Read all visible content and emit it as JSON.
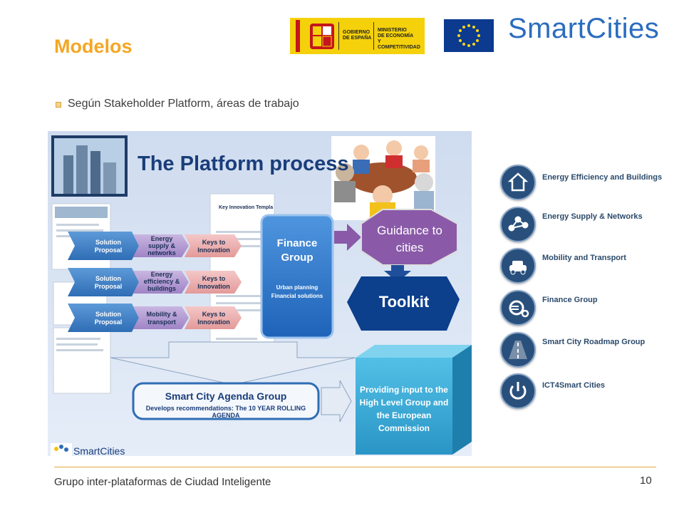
{
  "slide": {
    "title": "Modelos",
    "bullet": "Según Stakeholder Platform, áreas de trabajo",
    "footer": "Grupo inter-plataformas de Ciudad Inteligente",
    "page_number": "10"
  },
  "logos": {
    "gobierno": {
      "line1": "GOBIERNO",
      "line2": "DE ESPAÑA"
    },
    "ministerio": {
      "line1": "MINISTERIO",
      "line2": "DE ECONOMÍA",
      "line3": "Y COMPETITIVIDAD"
    },
    "brand": "SmartCities"
  },
  "figure": {
    "heading": "The Platform process",
    "rows": [
      {
        "proposal": "Solution Proposal",
        "area": "Energy supply & networks",
        "keys": "Keys to Innovation"
      },
      {
        "proposal": "Solution Proposal",
        "area": "Energy efficiency & buildings",
        "keys": "Keys to Innovation"
      },
      {
        "proposal": "Solution Proposal",
        "area": "Mobility & transport",
        "keys": "Keys to Innovation"
      }
    ],
    "doc_title": "Key Innovation Templa",
    "finance_title": "Finance Group",
    "finance_sub": "Urban planning Financial solutions",
    "guidance": "Guidance to cities",
    "toolkit": "Toolkit",
    "agenda_title": "Smart City Agenda Group",
    "agenda_sub": "Develops recommendations: The 10 YEAR ROLLING AGENDA",
    "input_box": "Providing input to the High Level Group and the European Commission",
    "footer_brand": "SmartCities"
  },
  "areas": [
    {
      "label": "Energy Efficiency and Buildings",
      "icon": "house-icon"
    },
    {
      "label": "Energy Supply & Networks",
      "icon": "network-icon"
    },
    {
      "label": "Mobility and Transport",
      "icon": "car-icon"
    },
    {
      "label": "Finance Group",
      "icon": "euro-gear-icon"
    },
    {
      "label": "Smart City Roadmap Group",
      "icon": "road-icon"
    },
    {
      "label": "ICT4Smart Cities",
      "icon": "power-icon"
    }
  ],
  "colors": {
    "title": "#f5a623",
    "accent_line": "#e6a93b",
    "brand_blue": "#2a6cbf",
    "toolkit_blue": "#0c3f8c",
    "guidance_purple": "#8a5aa8",
    "input_cyan": "#3aa9d4"
  }
}
